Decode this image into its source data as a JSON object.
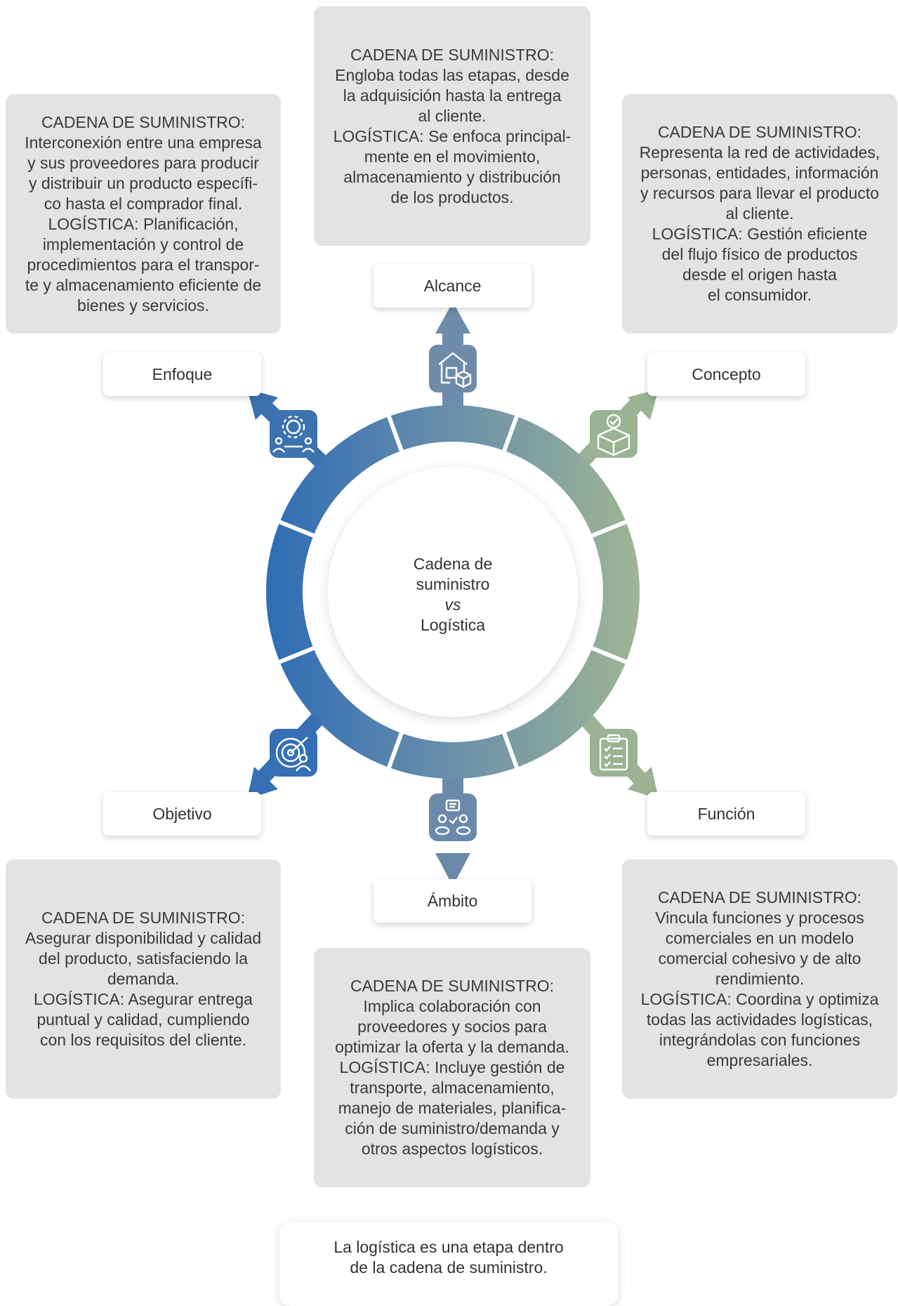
{
  "center": {
    "line1": "Cadena de",
    "line2": "suministro",
    "line3": "vs",
    "line4": "Logística"
  },
  "labels": {
    "alcance": "Alcance",
    "enfoque": "Enfoque",
    "concepto": "Concepto",
    "objetivo": "Objetivo",
    "funcion": "Función",
    "ambito": "Ámbito"
  },
  "boxes": {
    "alcance": {
      "heading": "CADENA DE SUMINISTRO:",
      "lines": [
        "Engloba todas las etapas, desde",
        "la adquisición hasta la entrega",
        "al cliente."
      ],
      "logistica_label": "LOGÍSTICA:",
      "logistica_first": "Se enfoca principal-",
      "logistica_lines": [
        "mente en el movimiento,",
        "almacenamiento y distribución",
        "de los productos."
      ]
    },
    "enfoque": {
      "heading": "CADENA DE SUMINISTRO:",
      "lines": [
        "Interconexión entre una empresa",
        "y sus proveedores para producir",
        "y distribuir un producto específi-",
        "co hasta el comprador final."
      ],
      "logistica_label": "LOGÍSTICA:",
      "logistica_first": "Planificación,",
      "logistica_lines": [
        "implementación y control de",
        "procedimientos para el transpor-",
        "te y almacenamiento eficiente de",
        "bienes y servicios."
      ]
    },
    "concepto": {
      "heading": "CADENA DE SUMINISTRO:",
      "lines": [
        "Representa la red de actividades,",
        "personas, entidades, información",
        "y recursos para llevar el producto",
        "al cliente."
      ],
      "logistica_label": "LOGÍSTICA:",
      "logistica_first": "Gestión eficiente",
      "logistica_lines": [
        "del flujo físico de productos",
        "desde el origen hasta",
        "el consumidor."
      ]
    },
    "objetivo": {
      "heading": "CADENA DE SUMINISTRO:",
      "lines": [
        "Asegurar disponibilidad y calidad",
        "del producto, satisfaciendo la",
        "demanda."
      ],
      "logistica_label": "LOGÍSTICA:",
      "logistica_first": "Asegurar entrega",
      "logistica_lines": [
        "puntual y calidad, cumpliendo",
        "con los requisitos del cliente."
      ]
    },
    "funcion": {
      "heading": "CADENA DE SUMINISTRO:",
      "lines": [
        "Vincula funciones y procesos",
        "comerciales en un modelo",
        "comercial cohesivo y de alto",
        "rendimiento."
      ],
      "logistica_label": "LOGÍSTICA:",
      "logistica_first": "Coordina y optimiza",
      "logistica_lines": [
        "todas las actividades logísticas,",
        "integrándolas con funciones",
        "empresariales."
      ]
    },
    "ambito": {
      "heading": "CADENA DE SUMINISTRO:",
      "lines": [
        "Implica colaboración con",
        "proveedores y socios para",
        "optimizar la oferta y la demanda."
      ],
      "logistica_label": "LOGÍSTICA:",
      "logistica_first": "Incluye gestión de",
      "logistica_lines": [
        "transporte, almacenamiento,",
        "manejo de materiales, planifica-",
        "ción de suministro/demanda y",
        "otros aspectos logísticos."
      ]
    }
  },
  "note": {
    "line1": "La logística es una etapa dentro",
    "line2": "de la cadena de suministro."
  },
  "icons": {
    "alcance": "warehouse-boxes-icon",
    "enfoque": "team-gear-icon",
    "concepto": "box-check-icon",
    "objetivo": "target-person-icon",
    "funcion": "clipboard-checklist-icon",
    "ambito": "meeting-people-icon"
  },
  "colors": {
    "ring_left": "#2f6db5",
    "ring_right": "#9db594",
    "box_bg": "#e3e3e3",
    "text": "#3a3a3a"
  }
}
